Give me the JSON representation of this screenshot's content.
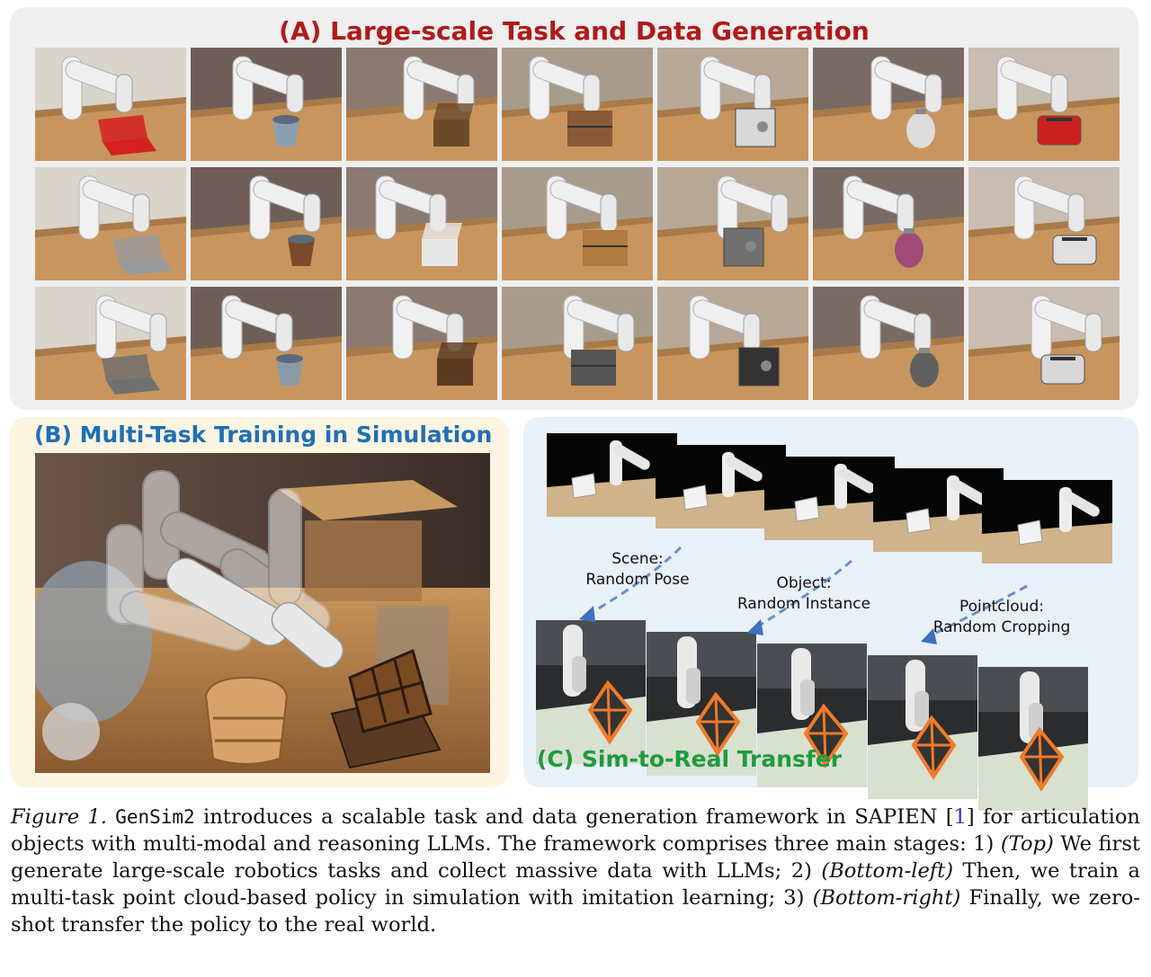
{
  "panel_a": {
    "title": "(A) Large-scale Task and Data Generation",
    "title_color": "#b11a1a",
    "thumbnails": [
      {
        "object": "laptop",
        "accent": "#d42020"
      },
      {
        "object": "bucket",
        "accent": "#8aa0b0"
      },
      {
        "object": "box",
        "accent": "#6b4a2a"
      },
      {
        "object": "drawer",
        "accent": "#8a5a36"
      },
      {
        "object": "safe",
        "accent": "#d8d8d8"
      },
      {
        "object": "kettle",
        "accent": "#dcdcdc"
      },
      {
        "object": "toaster",
        "accent": "#cc2020"
      },
      {
        "object": "laptop",
        "accent": "#9a9a9a"
      },
      {
        "object": "bucket",
        "accent": "#7a4a2a"
      },
      {
        "object": "box",
        "accent": "#e8e8e8"
      },
      {
        "object": "drawer",
        "accent": "#b07a40"
      },
      {
        "object": "safe",
        "accent": "#707070"
      },
      {
        "object": "kettle",
        "accent": "#a04a7a"
      },
      {
        "object": "toaster",
        "accent": "#e0e0e0"
      },
      {
        "object": "laptop",
        "accent": "#707070"
      },
      {
        "object": "bucket",
        "accent": "#8a9aa8"
      },
      {
        "object": "box",
        "accent": "#5a3a22"
      },
      {
        "object": "drawer",
        "accent": "#555555"
      },
      {
        "object": "safe",
        "accent": "#333333"
      },
      {
        "object": "kettle",
        "accent": "#606060"
      },
      {
        "object": "toaster",
        "accent": "#d8d8d8"
      }
    ]
  },
  "panel_b": {
    "title": "(B) Multi-Task Training in Simulation",
    "title_color": "#1f6fb7"
  },
  "panel_c": {
    "title": "(C) Sim-to-Real Transfer",
    "title_color": "#1f9a3e",
    "annotations": [
      {
        "line1": "Scene:",
        "line2": "Random Pose"
      },
      {
        "line1": "Object:",
        "line2": "Random Instance"
      },
      {
        "line1": "Pointcloud:",
        "line2": "Random Cropping"
      }
    ]
  },
  "caption": {
    "label": "Figure 1.",
    "system": "GenSim2",
    "part1": " introduces a scalable task and data generation framework in SAPIEN ",
    "cite_open": "[",
    "cite_num": "1",
    "cite_close": "]",
    "part2": " for articulation objects with multi-modal and reasoning LLMs. The framework comprises three main stages: 1) ",
    "top": "(Top)",
    "part3": " We first generate large-scale robotics tasks and collect massive data with LLMs; 2) ",
    "bottom_left": "(Bottom-left)",
    "part4": " Then, we train a multi-task point cloud-based policy in simulation with imitation learning; 3) ",
    "bottom_right": "(Bottom-right)",
    "part5": " Finally, we zero-shot transfer the policy to the real world."
  }
}
